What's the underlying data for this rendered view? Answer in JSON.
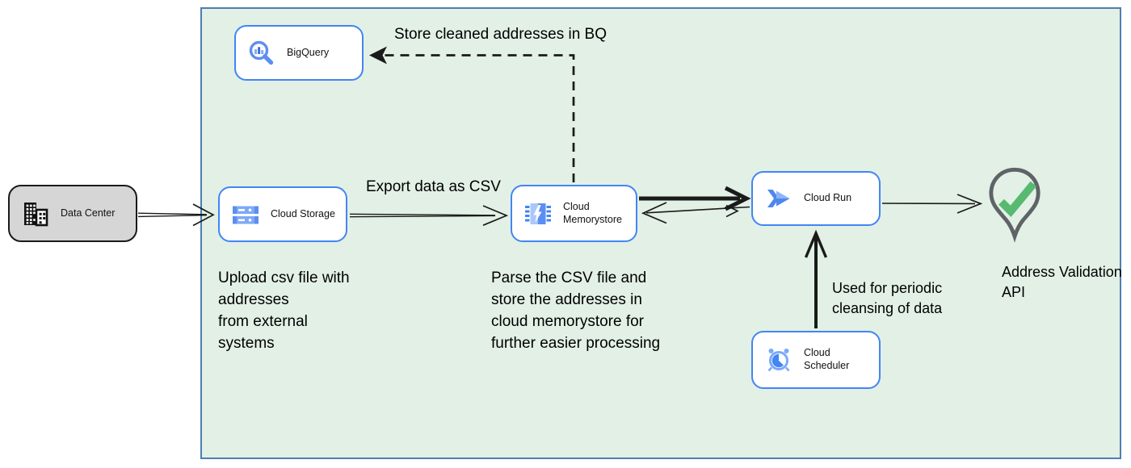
{
  "diagram": {
    "nodes": {
      "data_center": {
        "label": "Data Center"
      },
      "bigquery": {
        "label": "BigQuery"
      },
      "cloud_storage": {
        "label": "Cloud Storage"
      },
      "cloud_memorystore": {
        "label": "Cloud Memorystore"
      },
      "cloud_run": {
        "label": "Cloud Run"
      },
      "cloud_scheduler": {
        "label": "Cloud Scheduler"
      },
      "address_validation_api": {
        "label": "Address Validation API"
      }
    },
    "edge_labels": {
      "store_cleaned_addresses": "Store cleaned addresses in BQ",
      "export_data_csv": "Export data as CSV",
      "periodic_cleansing": "Used for periodic\ncleansing of data"
    },
    "annotations": {
      "upload_note": "Upload csv file with\naddresses\nfrom external\nsystems",
      "parse_note": "Parse the CSV file and\nstore the addresses in\ncloud  memorystore for\nfurther easier processing"
    },
    "colors": {
      "node_border": "#4285f4",
      "boundary_fill": "#e2f0e5",
      "boundary_border": "#4c7fb2",
      "data_center_fill": "#d6d6d6",
      "icon_blue": "#4285f4",
      "icon_blue_medium": "#5b8ef2",
      "icon_blue_light": "#a9c7fa",
      "pin_outline": "#5f6368",
      "check_green": "#58b971",
      "arrow_black": "#1a1a1a"
    }
  }
}
